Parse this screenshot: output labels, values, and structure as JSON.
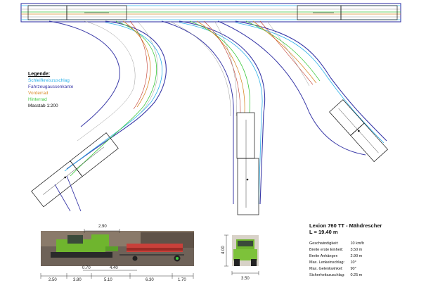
{
  "legend": {
    "title": "Legende:",
    "items": [
      {
        "label": "Schleifkreiszuschlag",
        "color": "#2ab0e8"
      },
      {
        "label": "Fahrzeugaussenkante",
        "color": "#3a3aa8"
      },
      {
        "label": "Vorderrad",
        "color": "#d98a2a"
      },
      {
        "label": "Hinterrad",
        "color": "#3ec93e"
      },
      {
        "label": "Masstab 1:200",
        "color": "#111111"
      }
    ]
  },
  "vehicle": {
    "title": "Lexion 760 TT - Mähdrescher",
    "length": "L = 19.40 m",
    "specs": [
      {
        "label": "Geschwindigkeit:",
        "value": "10 km/h"
      },
      {
        "label": "Breite erste Einheit:",
        "value": "3.50 m"
      },
      {
        "label": "Breite Anhänger:",
        "value": "2.90 m"
      },
      {
        "label": "Max. Lenkeinschlag:",
        "value": "10°"
      },
      {
        "label": "Max. Gelenkwinkel:",
        "value": "90°"
      },
      {
        "label": "Sicherheitszuschlag:",
        "value": "0.25 m"
      }
    ]
  },
  "dimensions": {
    "top": "2.90",
    "mid_a": "0.70",
    "mid_b": "4.40",
    "bottom": [
      "2.50",
      "3.80",
      "5.10",
      "6.30",
      "1.70"
    ],
    "front_height": "4.00",
    "front_width": "3.50"
  },
  "colors": {
    "outer": "#3a3aa8",
    "clearance": "#2ab0e8",
    "front": "#d98a2a",
    "rear": "#3ec93e",
    "grey": "#9a9a9a",
    "combine": "#6fb52e",
    "header": "#c8403a"
  }
}
